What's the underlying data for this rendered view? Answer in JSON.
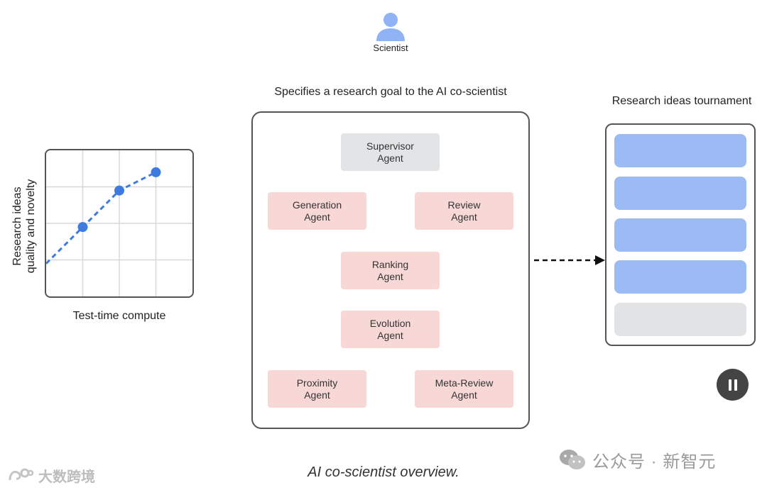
{
  "scientist": {
    "label": "Scientist",
    "icon": "person-icon",
    "color": "#8fb3f5"
  },
  "chart": {
    "xlabel": "Test-time compute",
    "ylabel_line1": "Research ideas",
    "ylabel_line2": "quality and novelty"
  },
  "chart_data": {
    "type": "line",
    "title": "",
    "xlabel": "Test-time compute",
    "ylabel": "Research ideas quality and novelty",
    "x": [
      1,
      2,
      3
    ],
    "series": [
      {
        "values": [
          1.9,
          2.9,
          3.4
        ]
      }
    ],
    "xlim": [
      0,
      4
    ],
    "ylim": [
      0,
      4
    ],
    "grid": true,
    "line_style": "dashed",
    "color": "#3d7be0"
  },
  "main": {
    "title": "Specifies a research goal to the AI co-scientist",
    "agents": [
      {
        "label": "Supervisor\nAgent",
        "color": "gray"
      },
      {
        "label": "Generation\nAgent",
        "color": "pink"
      },
      {
        "label": "Review\nAgent",
        "color": "pink"
      },
      {
        "label": "Ranking\nAgent",
        "color": "pink"
      },
      {
        "label": "Evolution\nAgent",
        "color": "pink"
      },
      {
        "label": "Proximity\nAgent",
        "color": "pink"
      },
      {
        "label": "Meta-Review\nAgent",
        "color": "pink"
      }
    ]
  },
  "tournament": {
    "title": "Research ideas tournament",
    "bars": [
      "blue",
      "blue",
      "blue",
      "blue",
      "grey"
    ]
  },
  "controls": {
    "pause_icon": "pause-icon"
  },
  "caption": "AI co-scientist overview.",
  "watermarks": {
    "right": "公众号 · 新智元",
    "left": "大数跨境"
  },
  "colors": {
    "pink": "#f8d7d7",
    "gray": "#e3e4e6",
    "blue": "#9cbbf4",
    "line": "#3d7be0"
  }
}
